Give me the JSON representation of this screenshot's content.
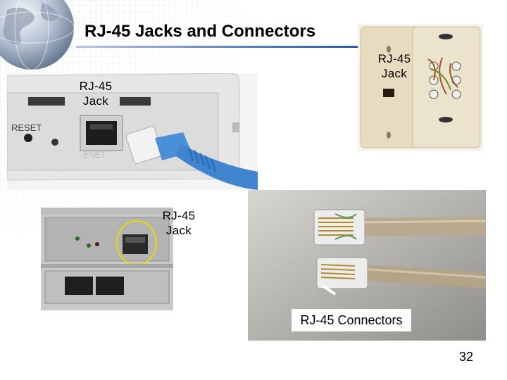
{
  "slide": {
    "title": "RJ-45 Jacks and Connectors",
    "page_number": "32"
  },
  "labels": {
    "router_jack_line1": "RJ-45",
    "router_jack_line2": "Jack",
    "wall_jack_line1": "RJ-45",
    "wall_jack_line2": "Jack",
    "panel_jack_line1": "RJ-45",
    "panel_jack_line2": "Jack",
    "connectors": "RJ-45 Connectors"
  },
  "photo_text": {
    "reset": "RESET",
    "enet": "ENET"
  },
  "colors": {
    "title_underline": "#2b58a4",
    "cable_blue": "#4a90d9",
    "cable_tan": "#b9a98e",
    "wallplate": "#e8dcc0"
  }
}
